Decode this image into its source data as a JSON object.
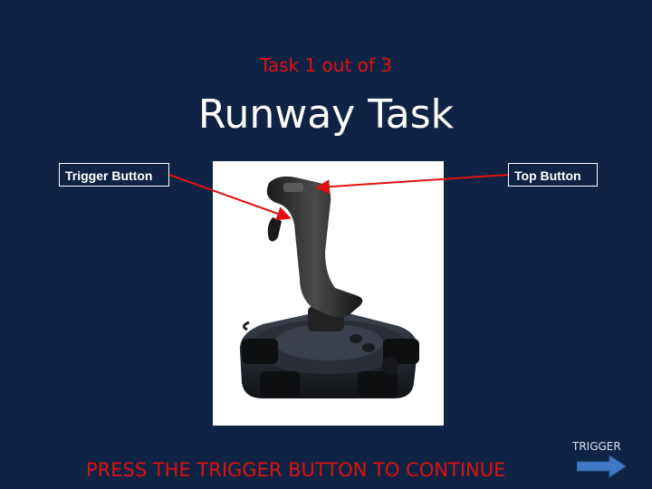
{
  "slide": {
    "task_counter": "Task 1 out of 3",
    "title": "Runway Task",
    "image_alt": "joystick-photo"
  },
  "callouts": {
    "trigger_button": "Trigger Button",
    "top_button": "Top Button"
  },
  "footer": {
    "instruction": "PRESS THE TRIGGER BUTTON TO CONTINUE",
    "next_label": "TRIGGER",
    "next_icon": "right-arrow-icon"
  },
  "colors": {
    "background": "#0f2445",
    "accent_red": "#e01010",
    "text_white": "#ffffff",
    "arrow_blue": "#3f78c4"
  }
}
